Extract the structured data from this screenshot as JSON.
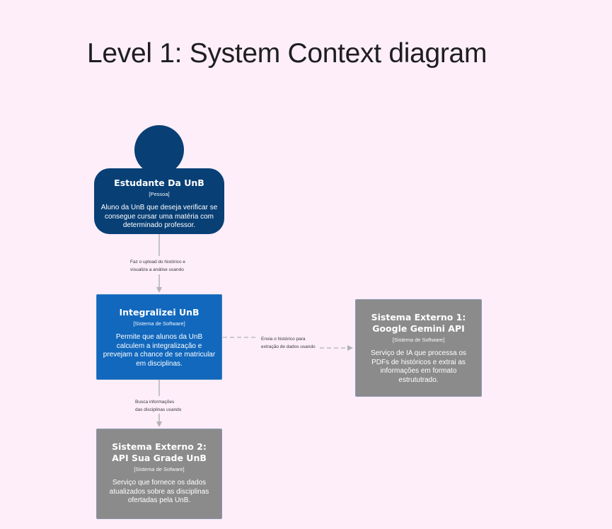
{
  "title": "Level 1: System Context diagram",
  "colors": {
    "background": "#fdeefa",
    "person": "#083f75",
    "internal_system": "#1168bd",
    "external_system": "#8b8b8b",
    "connector": "#b3b3b3"
  },
  "nodes": {
    "person": {
      "name": "Estudante Da UnB",
      "type": "[Pessoa]",
      "description": "Aluno da UnB que deseja verificar se consegue cursar uma matéria com determinado professor."
    },
    "integralizei": {
      "name": "Integralizei UnB",
      "type": "[Sistema de Software]",
      "description": "Permite que alunos da UnB calculem a integralização e prevejam a chance de se matricular em disciplinas."
    },
    "gemini": {
      "name": "Sistema Externo 1: Google Gemini API",
      "type": "[Sistema de Software]",
      "description": "Serviço de IA que processa os PDFs de históricos e extrai as informações em formato estrututrado."
    },
    "sua_grade": {
      "name": "Sistema Externo 2: API Sua Grade UnB",
      "type": "[Sistema de Sofware]",
      "description": "Serviço que fornece os dados atualizados sobre as disciplinas ofertadas pela UnB."
    }
  },
  "relationships": [
    {
      "from": "Estudante Da UnB",
      "to": "Integralizei UnB",
      "line1": "Faz o upload do histórico e",
      "line2": "visualiza a análise usando",
      "style": "solid"
    },
    {
      "from": "Integralizei UnB",
      "to": "Sistema Externo 1: Google Gemini API",
      "line1": "Envia o histórico para",
      "line2": "extração de dados usando",
      "style": "dashed"
    },
    {
      "from": "Integralizei UnB",
      "to": "Sistema Externo 2: API Sua Grade UnB",
      "line1": "Busca informações",
      "line2": "das disciplinas usando",
      "style": "solid"
    }
  ]
}
